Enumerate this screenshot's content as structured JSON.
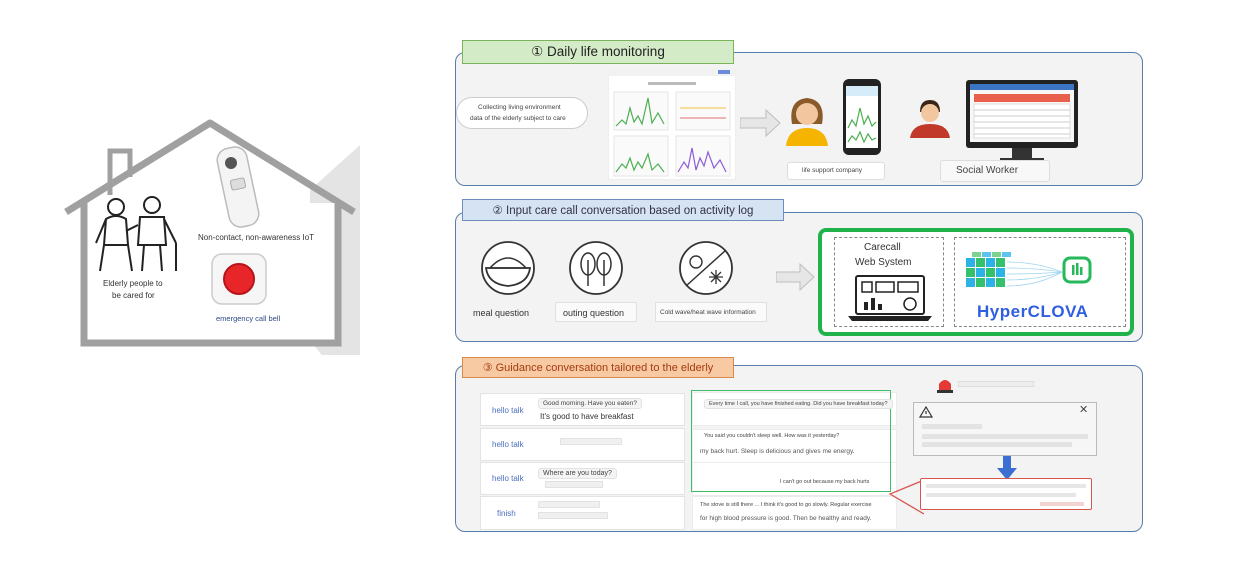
{
  "house": {
    "device1_label": "Non-contact, non-awareness IoT",
    "elderly_label_line1": "Elderly people to",
    "elderly_label_line2": "be cared for",
    "bell_label": "emergency call bell"
  },
  "section1": {
    "title": "① Daily life monitoring",
    "collect_line1": "Collecting living environment",
    "collect_line2": "data of the elderly subject to care",
    "company_label": "life support company",
    "social_worker_label": "Social Worker"
  },
  "section2": {
    "title": "② Input care call conversation based on activity log",
    "meal_label": "meal question",
    "outing_label": "outing question",
    "coldwave_label": "Cold wave/heat wave information",
    "carecall_line1": "Carecall",
    "carecall_line2": "Web System",
    "hyperclova_label": "HyperCLOVA"
  },
  "section3": {
    "title": "③ Guidance conversation tailored to the elderly",
    "rows": [
      {
        "label": "hello talk",
        "line1": "Good morning. Have you eaten?",
        "line2": "It's good to have breakfast"
      },
      {
        "label": "hello talk",
        "line1": "",
        "line2": ""
      },
      {
        "label": "hello talk",
        "line1": "Where are you today?",
        "line2": ""
      },
      {
        "label": "finish",
        "line1": "",
        "line2": ""
      }
    ],
    "responses": [
      {
        "line1": "Every time I call, you have finished eating. Did you have breakfast today?",
        "line2": ""
      },
      {
        "line1": "You said you couldn't sleep well. How was it yesterday?",
        "line2": "my back hurt. Sleep is delicious and gives me energy."
      },
      {
        "line1": "",
        "line2": "I can't go out because my back hurts"
      },
      {
        "line1": "The stove is still there ... I think it's good to go slowly. Regular exercise",
        "line2": "for high blood pressure is good. Then be healthy and ready."
      }
    ]
  }
}
